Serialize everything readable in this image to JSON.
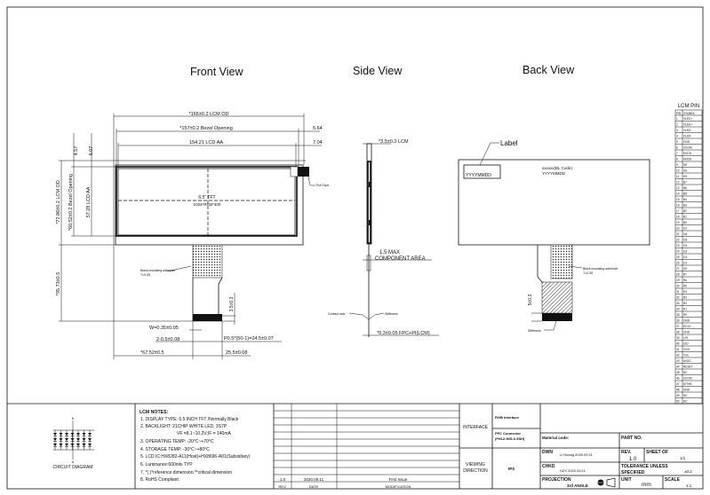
{
  "views": {
    "front": "Front View",
    "side": "Side View",
    "back": "Back View"
  },
  "front_view": {
    "lcm_od_width": "*165±0.2 LCM OD",
    "bezel_width": "*157±0.2 Bezel Opening",
    "aa_width": "154.21 LCD AA",
    "dim_5_64": "5.64",
    "dim_7_04": "7.04",
    "dim_4_57": "4.57",
    "dim_6_07": "6.07",
    "lcm_od_height": "*72.86±0.2 LCM OD",
    "bezel_height": "*60.52±0.2 Bezel Opening",
    "aa_height": "57.28 LCD AA",
    "panel_size": "6.5\" TFT",
    "resolution": "1024*RGB*400",
    "pull_tape": "Pull Tape",
    "adhesive": "Black insulating adhesive",
    "adhesive_t": "T=0.05",
    "total_height": "*95.73±0.5",
    "fpc_dim": "3.5±0.3",
    "w_dim": "W=0.35±0.05",
    "pitch_2": "2-0.5±0.08",
    "pitch": "P0.5*(50-1)=24.5±0.07",
    "offset": "*67.52±0.5",
    "fpc_width": "25.5±0.08"
  },
  "side_view": {
    "thickness": "*3.5±0.2 LCM",
    "component_max": "1.5 MAX",
    "component_area": "COMPONENT AREA",
    "contact_side": "Contact side",
    "stiffener": "Stiffeners",
    "fpc_thickness": "*0.3±0.05 FPC+PI(LCM)"
  },
  "back_view": {
    "label": "Label",
    "label_code": "YYYYMMDD",
    "bl_code": "xxxxxx(BL Code)",
    "bl_date": "YYYYMMDD",
    "adhesive": "Black insulating adhesive",
    "adhesive_t": "T=0.05",
    "fpc_dim": "5±0.3",
    "stiffener": "Stiffeners"
  },
  "lcm_pin": {
    "title": "LCM PIN",
    "header": [
      "PIN",
      "SYMBOL"
    ],
    "pins": [
      "VLED+",
      "VLED+",
      "VLED-",
      "VLED-",
      "GND",
      "VCOM",
      "DVDD",
      "MODE",
      "DE",
      "VS",
      "HS",
      "B7",
      "B6",
      "B5",
      "B4",
      "B3",
      "B2",
      "B1",
      "B0",
      "G7",
      "G6",
      "G5",
      "G4",
      "G3",
      "G2",
      "G1",
      "G0",
      "R7",
      "R6",
      "R5",
      "R4",
      "R3",
      "R2",
      "R1",
      "R0",
      "GND",
      "DCLK",
      "GND",
      "L/R",
      "U/D",
      "VGH",
      "VGL",
      "AVDD",
      "RESET",
      "NC",
      "VCOM",
      "DITHB",
      "GND",
      "NC",
      "NC"
    ]
  },
  "circuit": {
    "k": "K",
    "a": "A",
    "label": "CIRCUIT DIAGRAM"
  },
  "notes": {
    "title": "LCM NOTES:",
    "items": [
      "1.  DISPLAY TYPE: 6.5 INCH TFT /Normally Black",
      "2.  BACKLIGHT: 21CHIP WHITE LED, 3S7P",
      "VF =8.1~10.2V;IF = 140mA",
      "3.  OPERATING TEMP: -20°C~+70°C",
      "4.  STORAGE TEMP: -30°C~+80°C",
      "5.  LCD IC:HX8282-A11(Host)+HX8696-A01(Subsidiary)",
      "6.  Luminance:600nits TYP",
      "7.  *( )*reference dimension.**critical dimension",
      "8.  RoHS Compliant"
    ]
  },
  "revision": {
    "rev": "1.0",
    "date": "2020.09.11",
    "modification": "First Issue",
    "rev_header": "REV.",
    "date_header": "DATE",
    "mod_header": "MODIFICATION"
  },
  "title_block": {
    "interface_label": "INTERFACE",
    "interface": "RGB Interface",
    "fpc_connector": "FPC Connector",
    "fpc_part": "(FH12-50S-0.5SH)",
    "viewing_label_1": "VIEWING",
    "viewing_label_2": "DIRECTION",
    "viewing": "IPS",
    "material_code": "Material code:",
    "part_no": "PART NO.",
    "dwn": "DWN",
    "dwn_value": "Li Huang  2020.09.11",
    "rev_label": "REV.",
    "rev_value": "1.0",
    "sheet_label": "SHEET OF",
    "sheet_value": "1/1",
    "chkd": "CHKD",
    "chkd_value": "HZX  2020.09.11",
    "tolerance_1": "TOLERANCE UNLESS",
    "tolerance_2": "SPECIFIED",
    "tolerance_value": "±0.2",
    "projection": "PROJECTION",
    "projection_value": "3rd ANGLE",
    "unit_label": "UNIT",
    "unit_value": "mm",
    "scale_label": "SCALE",
    "scale_value": "1:1"
  }
}
